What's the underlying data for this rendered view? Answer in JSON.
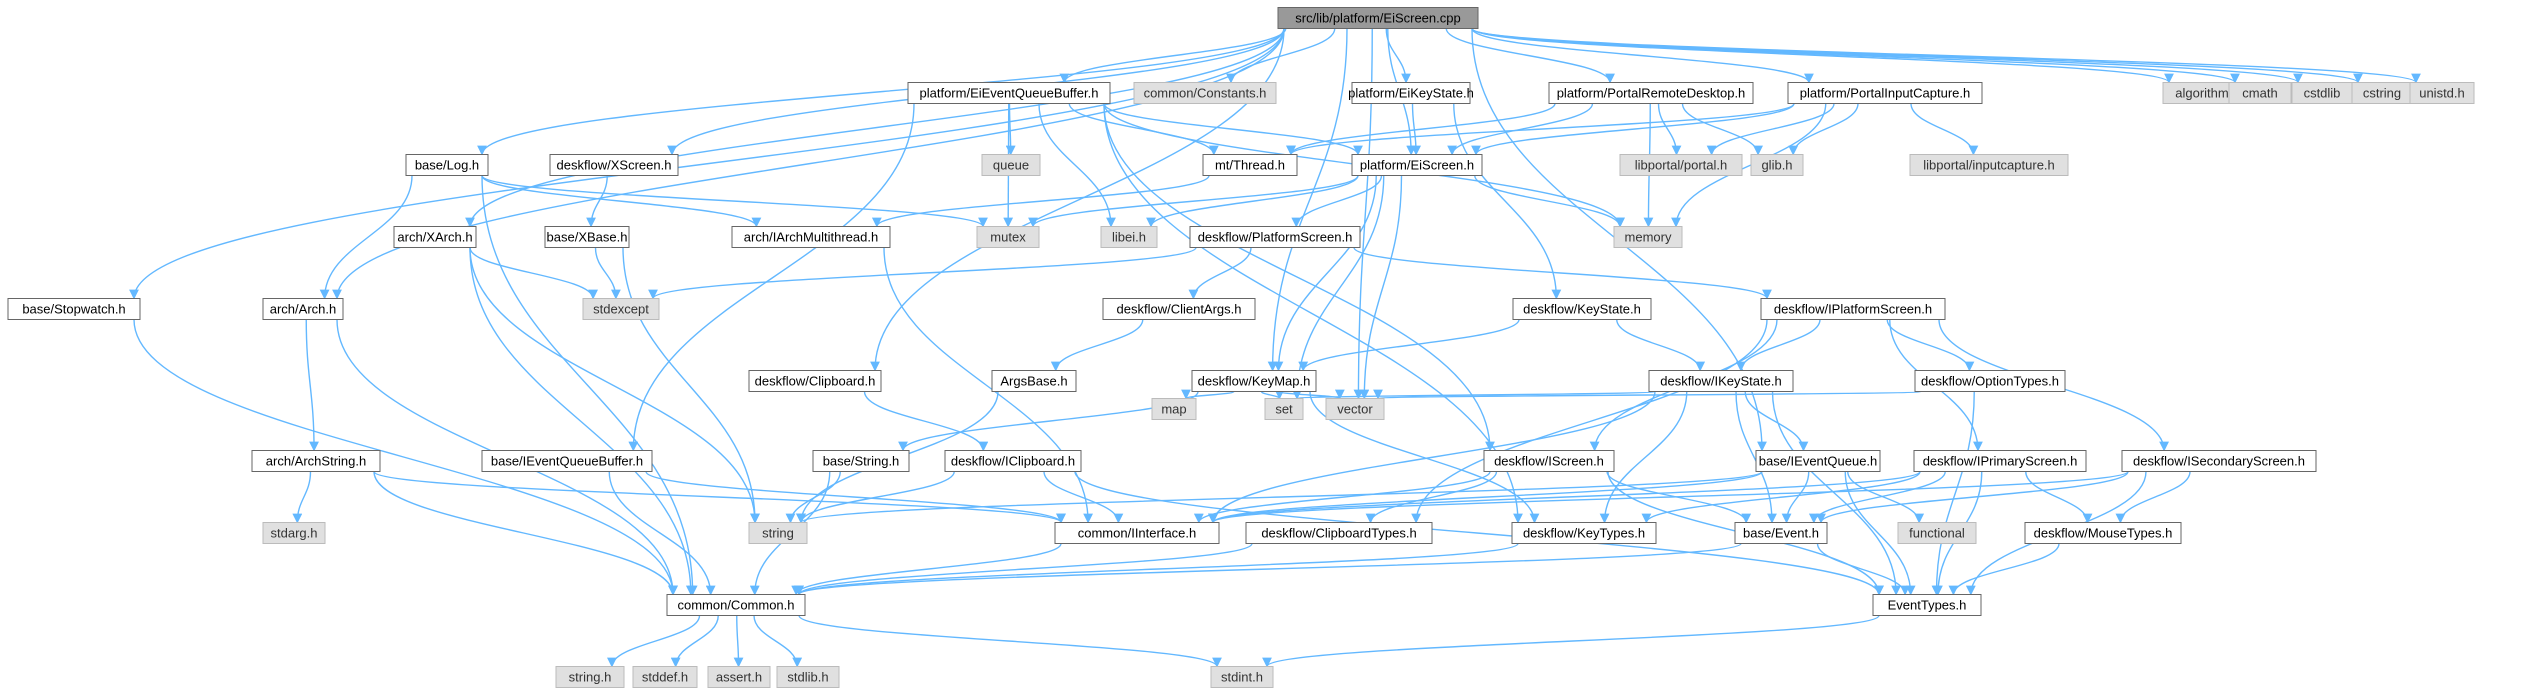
{
  "graph": {
    "title": "src/lib/platform/EiScreen.cpp",
    "colors": {
      "edge": "#63b8ff",
      "root_fill": "#999999",
      "local_fill": "#ffffff",
      "system_fill": "#e0e0e0"
    },
    "nodes": [
      {
        "id": "root",
        "label": "src/lib/platform/EiScreen.cpp",
        "kind": "root"
      },
      {
        "id": "eiEventQueueBuffer",
        "label": "platform/EiEventQueueBuffer.h",
        "kind": "local"
      },
      {
        "id": "constants",
        "label": "common/Constants.h",
        "kind": "system"
      },
      {
        "id": "eiKeyState",
        "label": "platform/EiKeyState.h",
        "kind": "local"
      },
      {
        "id": "portalRemote",
        "label": "platform/PortalRemoteDesktop.h",
        "kind": "local"
      },
      {
        "id": "portalInput",
        "label": "platform/PortalInputCapture.h",
        "kind": "local"
      },
      {
        "id": "algorithm",
        "label": "algorithm",
        "kind": "system"
      },
      {
        "id": "cmath",
        "label": "cmath",
        "kind": "system"
      },
      {
        "id": "cstdlib",
        "label": "cstdlib",
        "kind": "system"
      },
      {
        "id": "cstring",
        "label": "cstring",
        "kind": "system"
      },
      {
        "id": "unistd",
        "label": "unistd.h",
        "kind": "system"
      },
      {
        "id": "baseLog",
        "label": "base/Log.h",
        "kind": "local"
      },
      {
        "id": "xscreen",
        "label": "deskflow/XScreen.h",
        "kind": "local"
      },
      {
        "id": "queue",
        "label": "queue",
        "kind": "system"
      },
      {
        "id": "mtThread",
        "label": "mt/Thread.h",
        "kind": "local"
      },
      {
        "id": "eiScreenH",
        "label": "platform/EiScreen.h",
        "kind": "local"
      },
      {
        "id": "libportalPortal",
        "label": "libportal/portal.h",
        "kind": "system"
      },
      {
        "id": "glib",
        "label": "glib.h",
        "kind": "system"
      },
      {
        "id": "libportalInput",
        "label": "libportal/inputcapture.h",
        "kind": "system"
      },
      {
        "id": "archXArch",
        "label": "arch/XArch.h",
        "kind": "local"
      },
      {
        "id": "baseXBase",
        "label": "base/XBase.h",
        "kind": "local"
      },
      {
        "id": "archMulti",
        "label": "arch/IArchMultithread.h",
        "kind": "local"
      },
      {
        "id": "mutex",
        "label": "mutex",
        "kind": "system"
      },
      {
        "id": "libei",
        "label": "libei.h",
        "kind": "system"
      },
      {
        "id": "platformScreen",
        "label": "deskflow/PlatformScreen.h",
        "kind": "local"
      },
      {
        "id": "memory",
        "label": "memory",
        "kind": "system"
      },
      {
        "id": "stopwatch",
        "label": "base/Stopwatch.h",
        "kind": "local"
      },
      {
        "id": "archArch",
        "label": "arch/Arch.h",
        "kind": "local"
      },
      {
        "id": "stdexcept",
        "label": "stdexcept",
        "kind": "system"
      },
      {
        "id": "clientArgs",
        "label": "deskflow/ClientArgs.h",
        "kind": "local"
      },
      {
        "id": "keyStateH",
        "label": "deskflow/KeyState.h",
        "kind": "local"
      },
      {
        "id": "iPlatformScreen",
        "label": "deskflow/IPlatformScreen.h",
        "kind": "local"
      },
      {
        "id": "clipboard",
        "label": "deskflow/Clipboard.h",
        "kind": "local"
      },
      {
        "id": "argsBase",
        "label": "ArgsBase.h",
        "kind": "local"
      },
      {
        "id": "keyMap",
        "label": "deskflow/KeyMap.h",
        "kind": "local"
      },
      {
        "id": "iKeyState",
        "label": "deskflow/IKeyState.h",
        "kind": "local"
      },
      {
        "id": "optionTypes",
        "label": "deskflow/OptionTypes.h",
        "kind": "local"
      },
      {
        "id": "map",
        "label": "map",
        "kind": "system"
      },
      {
        "id": "set",
        "label": "set",
        "kind": "system"
      },
      {
        "id": "vector",
        "label": "vector",
        "kind": "system"
      },
      {
        "id": "archString",
        "label": "arch/ArchString.h",
        "kind": "local"
      },
      {
        "id": "iEventQueueBuffer",
        "label": "base/IEventQueueBuffer.h",
        "kind": "local"
      },
      {
        "id": "baseString",
        "label": "base/String.h",
        "kind": "local"
      },
      {
        "id": "iClipboard",
        "label": "deskflow/IClipboard.h",
        "kind": "local"
      },
      {
        "id": "iScreen",
        "label": "deskflow/IScreen.h",
        "kind": "local"
      },
      {
        "id": "iEventQueue",
        "label": "base/IEventQueue.h",
        "kind": "local"
      },
      {
        "id": "iPrimaryScreen",
        "label": "deskflow/IPrimaryScreen.h",
        "kind": "local"
      },
      {
        "id": "iSecondaryScreen",
        "label": "deskflow/ISecondaryScreen.h",
        "kind": "local"
      },
      {
        "id": "stdarg",
        "label": "stdarg.h",
        "kind": "system"
      },
      {
        "id": "string",
        "label": "string",
        "kind": "system"
      },
      {
        "id": "iInterface",
        "label": "common/IInterface.h",
        "kind": "local"
      },
      {
        "id": "clipboardTypes",
        "label": "deskflow/ClipboardTypes.h",
        "kind": "local"
      },
      {
        "id": "keyTypes",
        "label": "deskflow/KeyTypes.h",
        "kind": "local"
      },
      {
        "id": "baseEvent",
        "label": "base/Event.h",
        "kind": "local"
      },
      {
        "id": "functional",
        "label": "functional",
        "kind": "system"
      },
      {
        "id": "mouseTypes",
        "label": "deskflow/MouseTypes.h",
        "kind": "local"
      },
      {
        "id": "commonCommon",
        "label": "common/Common.h",
        "kind": "local"
      },
      {
        "id": "eventTypes",
        "label": "EventTypes.h",
        "kind": "local"
      },
      {
        "id": "stringH",
        "label": "string.h",
        "kind": "system"
      },
      {
        "id": "stddef",
        "label": "stddef.h",
        "kind": "system"
      },
      {
        "id": "assert",
        "label": "assert.h",
        "kind": "system"
      },
      {
        "id": "stdlib",
        "label": "stdlib.h",
        "kind": "system"
      },
      {
        "id": "stdint",
        "label": "stdint.h",
        "kind": "system"
      }
    ],
    "edges": [
      [
        "root",
        "eiEventQueueBuffer"
      ],
      [
        "root",
        "constants"
      ],
      [
        "root",
        "eiKeyState"
      ],
      [
        "root",
        "portalRemote"
      ],
      [
        "root",
        "portalInput"
      ],
      [
        "root",
        "algorithm"
      ],
      [
        "root",
        "cmath"
      ],
      [
        "root",
        "cstdlib"
      ],
      [
        "root",
        "cstring"
      ],
      [
        "root",
        "unistd"
      ],
      [
        "root",
        "baseLog"
      ],
      [
        "root",
        "xscreen"
      ],
      [
        "root",
        "eiScreenH"
      ],
      [
        "root",
        "archXArch"
      ],
      [
        "root",
        "stopwatch"
      ],
      [
        "root",
        "archArch"
      ],
      [
        "root",
        "clipboard"
      ],
      [
        "root",
        "keyMap"
      ],
      [
        "root",
        "vector"
      ],
      [
        "root",
        "iEventQueue"
      ],
      [
        "eiEventQueueBuffer",
        "queue"
      ],
      [
        "eiEventQueueBuffer",
        "mtThread"
      ],
      [
        "eiEventQueueBuffer",
        "eiScreenH"
      ],
      [
        "eiEventQueueBuffer",
        "mutex"
      ],
      [
        "eiEventQueueBuffer",
        "libei"
      ],
      [
        "eiEventQueueBuffer",
        "memory"
      ],
      [
        "eiEventQueueBuffer",
        "iEventQueueBuffer"
      ],
      [
        "eiEventQueueBuffer",
        "iScreen"
      ],
      [
        "eiEventQueueBuffer",
        "keyTypes"
      ],
      [
        "eiKeyState",
        "eiScreenH"
      ],
      [
        "eiKeyState",
        "keyStateH"
      ],
      [
        "portalRemote",
        "mtThread"
      ],
      [
        "portalRemote",
        "eiScreenH"
      ],
      [
        "portalRemote",
        "libportalPortal"
      ],
      [
        "portalRemote",
        "glib"
      ],
      [
        "portalRemote",
        "memory"
      ],
      [
        "portalInput",
        "mtThread"
      ],
      [
        "portalInput",
        "eiScreenH"
      ],
      [
        "portalInput",
        "libportalPortal"
      ],
      [
        "portalInput",
        "glib"
      ],
      [
        "portalInput",
        "libportalInput"
      ],
      [
        "portalInput",
        "memory"
      ],
      [
        "baseLog",
        "archArch"
      ],
      [
        "baseLog",
        "archMulti"
      ],
      [
        "baseLog",
        "mutex"
      ],
      [
        "baseLog",
        "commonCommon"
      ],
      [
        "xscreen",
        "baseXBase"
      ],
      [
        "mtThread",
        "archMulti"
      ],
      [
        "eiScreenH",
        "platformScreen"
      ],
      [
        "eiScreenH",
        "keyMap"
      ],
      [
        "eiScreenH",
        "set"
      ],
      [
        "eiScreenH",
        "vector"
      ],
      [
        "eiScreenH",
        "memory"
      ],
      [
        "eiScreenH",
        "mutex"
      ],
      [
        "eiScreenH",
        "libei"
      ],
      [
        "archXArch",
        "stdexcept"
      ],
      [
        "archXArch",
        "string"
      ],
      [
        "archXArch",
        "commonCommon"
      ],
      [
        "baseXBase",
        "stdexcept"
      ],
      [
        "baseXBase",
        "string"
      ],
      [
        "archMulti",
        "iInterface"
      ],
      [
        "platformScreen",
        "clientArgs"
      ],
      [
        "platformScreen",
        "iPlatformScreen"
      ],
      [
        "platformScreen",
        "stdexcept"
      ],
      [
        "stopwatch",
        "commonCommon"
      ],
      [
        "archArch",
        "archString"
      ],
      [
        "archArch",
        "commonCommon"
      ],
      [
        "clientArgs",
        "argsBase"
      ],
      [
        "keyStateH",
        "iKeyState"
      ],
      [
        "keyStateH",
        "keyMap"
      ],
      [
        "iPlatformScreen",
        "iKeyState"
      ],
      [
        "iPlatformScreen",
        "optionTypes"
      ],
      [
        "iPlatformScreen",
        "iScreen"
      ],
      [
        "iPlatformScreen",
        "iPrimaryScreen"
      ],
      [
        "iPlatformScreen",
        "iSecondaryScreen"
      ],
      [
        "iPlatformScreen",
        "clipboardTypes"
      ],
      [
        "clipboard",
        "iClipboard"
      ],
      [
        "argsBase",
        "string"
      ],
      [
        "keyMap",
        "map"
      ],
      [
        "keyMap",
        "set"
      ],
      [
        "keyMap",
        "vector"
      ],
      [
        "keyMap",
        "baseString"
      ],
      [
        "keyMap",
        "keyTypes"
      ],
      [
        "iKeyState",
        "iEventQueue"
      ],
      [
        "iKeyState",
        "keyTypes"
      ],
      [
        "iKeyState",
        "baseEvent"
      ],
      [
        "iKeyState",
        "set"
      ],
      [
        "iKeyState",
        "iInterface"
      ],
      [
        "iKeyState",
        "eventTypes"
      ],
      [
        "optionTypes",
        "vector"
      ],
      [
        "optionTypes",
        "eventTypes"
      ],
      [
        "archString",
        "stdarg"
      ],
      [
        "archString",
        "commonCommon"
      ],
      [
        "archString",
        "iInterface"
      ],
      [
        "iEventQueueBuffer",
        "iInterface"
      ],
      [
        "iEventQueueBuffer",
        "commonCommon"
      ],
      [
        "baseString",
        "string"
      ],
      [
        "baseString",
        "commonCommon"
      ],
      [
        "iClipboard",
        "iInterface"
      ],
      [
        "iClipboard",
        "string"
      ],
      [
        "iClipboard",
        "eventTypes"
      ],
      [
        "iScreen",
        "iInterface"
      ],
      [
        "iScreen",
        "clipboardTypes"
      ],
      [
        "iScreen",
        "baseEvent"
      ],
      [
        "iScreen",
        "eventTypes"
      ],
      [
        "iEventQueue",
        "iInterface"
      ],
      [
        "iEventQueue",
        "baseEvent"
      ],
      [
        "iEventQueue",
        "functional"
      ],
      [
        "iEventQueue",
        "eventTypes"
      ],
      [
        "iEventQueue",
        "string"
      ],
      [
        "iPrimaryScreen",
        "iInterface"
      ],
      [
        "iPrimaryScreen",
        "keyTypes"
      ],
      [
        "iPrimaryScreen",
        "baseEvent"
      ],
      [
        "iPrimaryScreen",
        "mouseTypes"
      ],
      [
        "iPrimaryScreen",
        "eventTypes"
      ],
      [
        "iSecondaryScreen",
        "iInterface"
      ],
      [
        "iSecondaryScreen",
        "baseEvent"
      ],
      [
        "iSecondaryScreen",
        "mouseTypes"
      ],
      [
        "iSecondaryScreen",
        "eventTypes"
      ],
      [
        "iInterface",
        "commonCommon"
      ],
      [
        "clipboardTypes",
        "commonCommon"
      ],
      [
        "keyTypes",
        "commonCommon"
      ],
      [
        "baseEvent",
        "commonCommon"
      ],
      [
        "baseEvent",
        "eventTypes"
      ],
      [
        "mouseTypes",
        "eventTypes"
      ],
      [
        "commonCommon",
        "stringH"
      ],
      [
        "commonCommon",
        "stddef"
      ],
      [
        "commonCommon",
        "assert"
      ],
      [
        "commonCommon",
        "stdlib"
      ],
      [
        "commonCommon",
        "stdint"
      ],
      [
        "eventTypes",
        "stdint"
      ]
    ]
  }
}
